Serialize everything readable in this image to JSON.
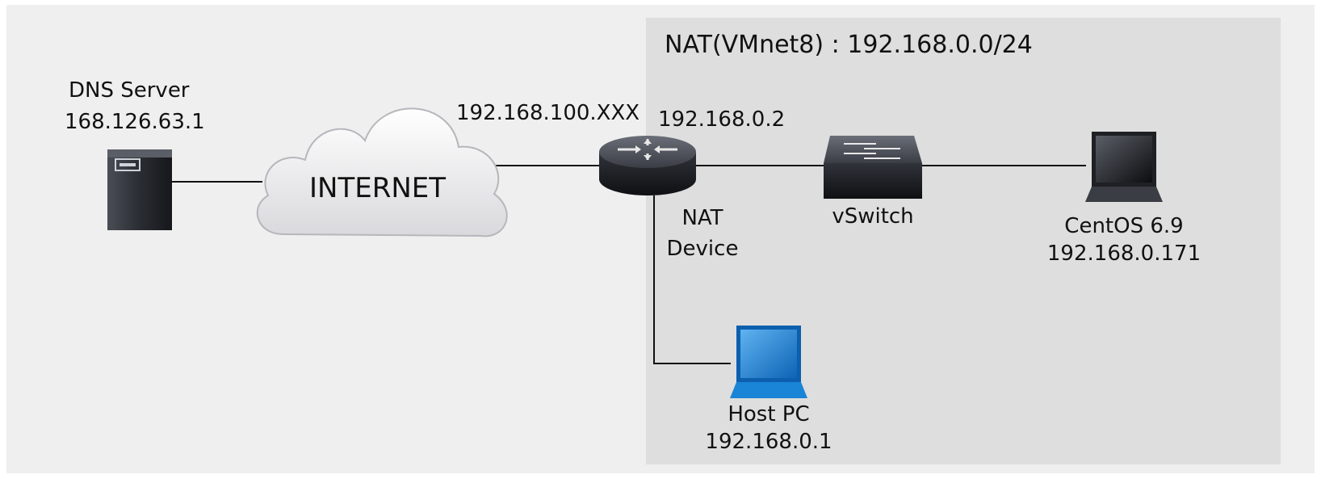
{
  "nat_network": {
    "label": "NAT(VMnet8) : 192.168.0.0/24"
  },
  "dns_server": {
    "name": "DNS Server",
    "ip": "168.126.63.1"
  },
  "internet": {
    "label": "INTERNET"
  },
  "nat_device": {
    "wan_ip": "192.168.100.XXX",
    "lan_ip": "192.168.0.2",
    "line1": "NAT",
    "line2": "Device"
  },
  "vswitch": {
    "label": "vSwitch"
  },
  "centos": {
    "name": "CentOS 6.9",
    "ip": "192.168.0.171"
  },
  "host_pc": {
    "name": "Host PC",
    "ip": "192.168.0.1"
  },
  "colors": {
    "background": "#efefef",
    "nat_zone": "#dedede",
    "host_laptop": "#1a84d6",
    "device_dark": "#2a2d33"
  },
  "icons": [
    "server-icon",
    "cloud-icon",
    "router-icon",
    "switch-icon",
    "laptop-icon"
  ]
}
